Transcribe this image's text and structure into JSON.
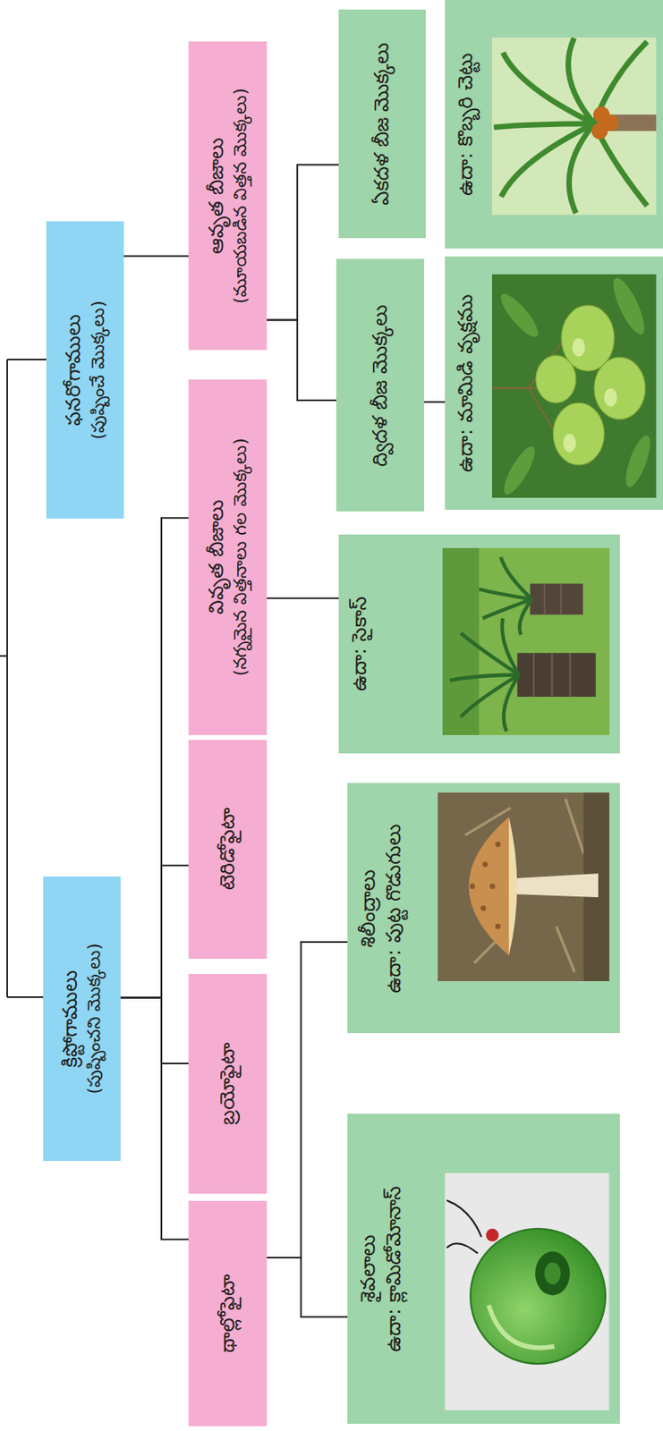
{
  "diagram": {
    "nodes": [
      {
        "text": [
          "క్రిప్టోగాములు",
          "(పుష్పించని మొక్కలు)"
        ]
      },
      {
        "text": [
          "ఫనరోగాములు",
          "(పుష్పించే మొక్కలు)"
        ]
      },
      {
        "text": [
          "థాల్లోఫైటా"
        ]
      },
      {
        "text": [
          "బ్రయోఫైటా"
        ]
      },
      {
        "text": [
          "టెరిడోఫైటా"
        ]
      },
      {
        "text": [
          "వివృత బీజాలు",
          "(నగ్నమైన విత్తనాలు గల మొక్కలు)"
        ]
      },
      {
        "text": [
          "ఆవృత బీజాలు",
          "(మూయబడిన విత్తన మొక్కలు)"
        ]
      },
      {
        "text": [
          "శైవలాలు",
          "ఉదా: క్లామిడోమోనాస్"
        ]
      },
      {
        "text": [
          "శిలీంద్రాలు",
          "ఉదా: పుట్ట గొడుగులు"
        ]
      },
      {
        "text": [
          "ఉదా: సైకాస్"
        ]
      },
      {
        "text": [
          "ద్విదళ బీజ మొక్కలు"
        ]
      },
      {
        "text": [
          "ఏకదళ బీజ మొక్కలు"
        ]
      },
      {
        "text": [
          "ఉదా: మామిడి వృక్షము"
        ]
      },
      {
        "text": [
          "ఉదా: కొబ్బరి చెట్టు"
        ]
      }
    ],
    "edges": [
      {
        "from": 0,
        "to": 2,
        "arrow": "none"
      },
      {
        "from": 0,
        "to": 3,
        "arrow": "none"
      },
      {
        "from": 0,
        "to": 4,
        "arrow": "none"
      },
      {
        "from": 0,
        "to": 5,
        "arrow": "none"
      },
      {
        "from": 1,
        "to": 6,
        "arrow": "none"
      },
      {
        "from": 2,
        "to": 7,
        "arrow": "none"
      },
      {
        "from": 2,
        "to": 8,
        "arrow": "none"
      },
      {
        "from": 5,
        "to": 9,
        "arrow": "none"
      },
      {
        "from": 6,
        "to": 10,
        "arrow": "none"
      },
      {
        "from": 6,
        "to": 11,
        "arrow": "none"
      },
      {
        "from": 10,
        "to": 12,
        "arrow": "none"
      }
    ]
  }
}
